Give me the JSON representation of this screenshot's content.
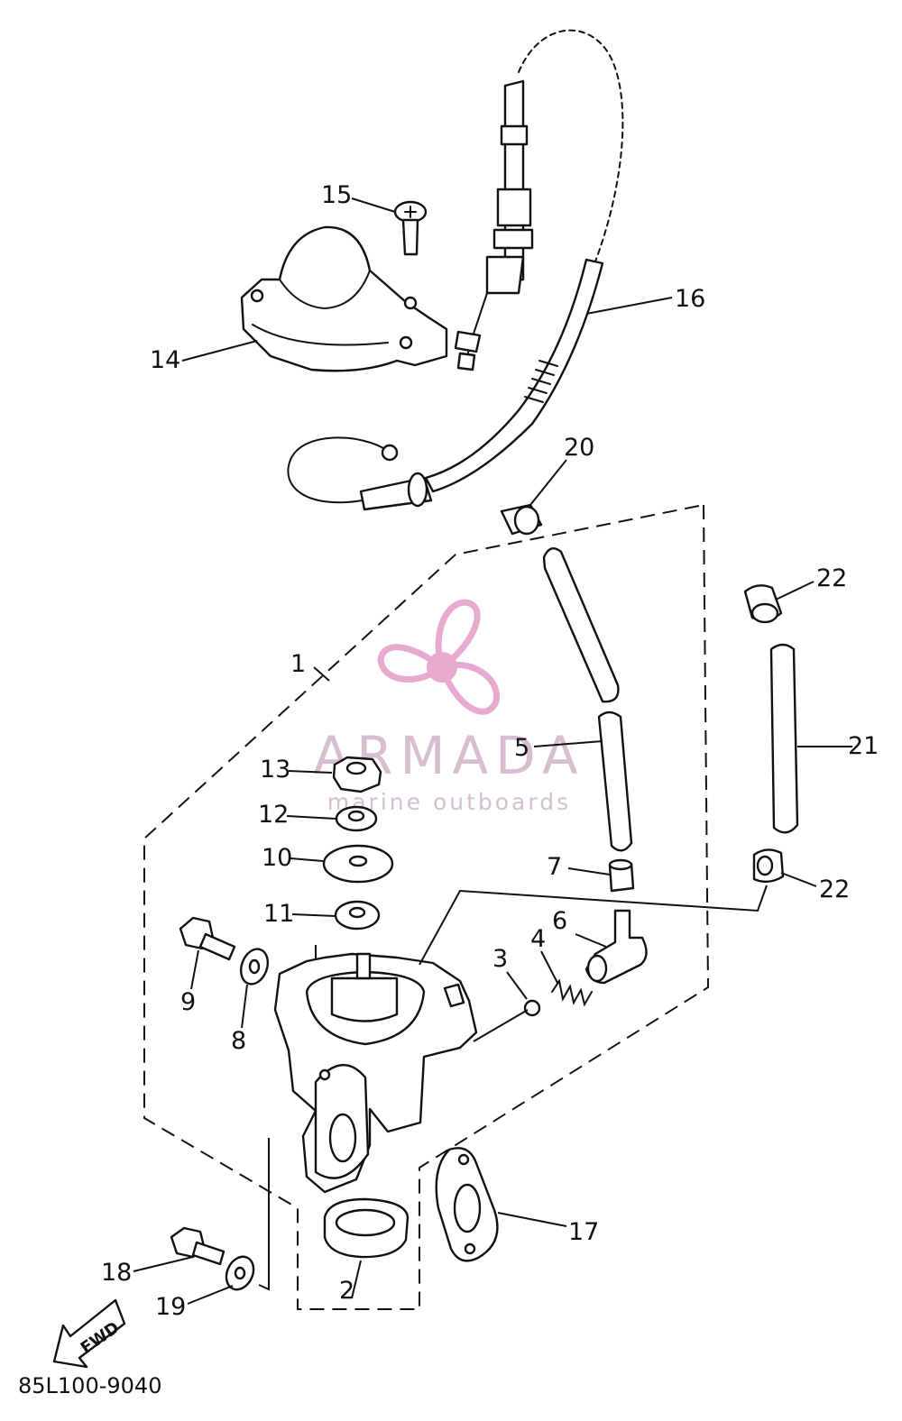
{
  "diagram": {
    "drawing_code": "85L100-9040",
    "fwd_label": "FWD",
    "callouts": [
      "1",
      "2",
      "3",
      "4",
      "5",
      "6",
      "7",
      "8",
      "9",
      "10",
      "11",
      "12",
      "13",
      "14",
      "15",
      "16",
      "17",
      "18",
      "19",
      "20",
      "21",
      "22",
      "22"
    ]
  },
  "watermark": {
    "brand": "ARMADA",
    "tagline": "marine outboards",
    "logo_icon": "propeller-icon",
    "color": "#e7a9cf"
  }
}
